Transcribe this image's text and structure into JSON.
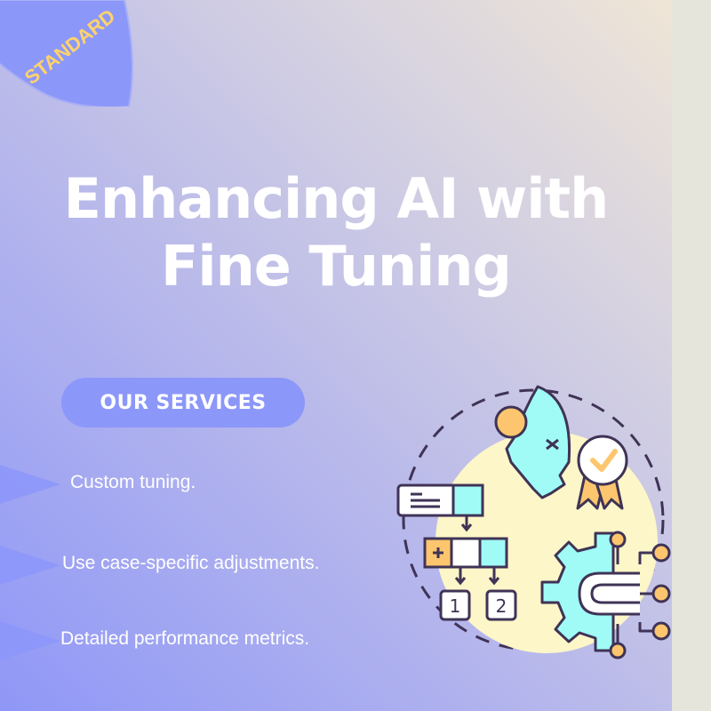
{
  "badge": {
    "label": "STANDARD",
    "color": "#ffd36b",
    "fill": "#8c97fa"
  },
  "title": {
    "line1": "Enhancing AI with",
    "line2": "Fine Tuning"
  },
  "services": {
    "heading": "OUR SERVICES",
    "items": [
      {
        "label": "Custom tuning."
      },
      {
        "label": "Use case-specific adjustments."
      },
      {
        "label": "Detailed performance metrics."
      }
    ]
  },
  "illustration": {
    "icons": [
      "ai-head-icon",
      "award-ribbon-icon",
      "flowchart-icon",
      "gear-circuit-icon"
    ],
    "numbers": [
      "1",
      "2"
    ],
    "plus": "+"
  },
  "colors": {
    "accent": "#8c97fa",
    "cyan": "#a0fbf6",
    "yellow": "#fdc66e",
    "cream": "#fdf6c8",
    "outline": "#3f3356"
  }
}
